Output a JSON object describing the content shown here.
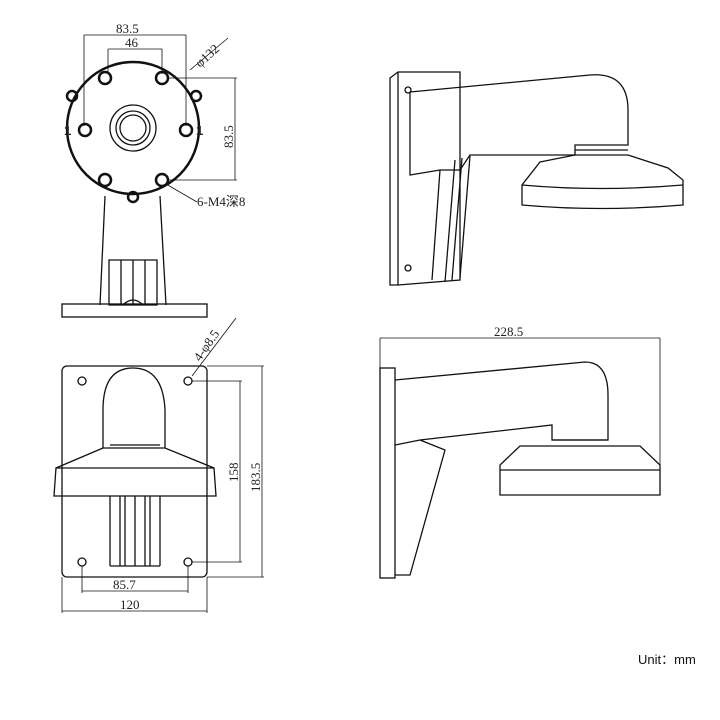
{
  "top_view": {
    "dim_width": "83.5",
    "dim_inner": "46",
    "dim_diameter": "φ132",
    "dim_height": "83.5",
    "hole_note": "6-M4深8",
    "marker_left": "1",
    "marker_right": "1"
  },
  "front_view": {
    "hole_note": "4-φ8.5",
    "dim_hole_spacing_v": "158",
    "dim_height": "183.5",
    "dim_hole_spacing_h": "85.7",
    "dim_width": "120"
  },
  "side_view": {
    "dim_length": "228.5"
  },
  "unit_label": "Unit：mm"
}
